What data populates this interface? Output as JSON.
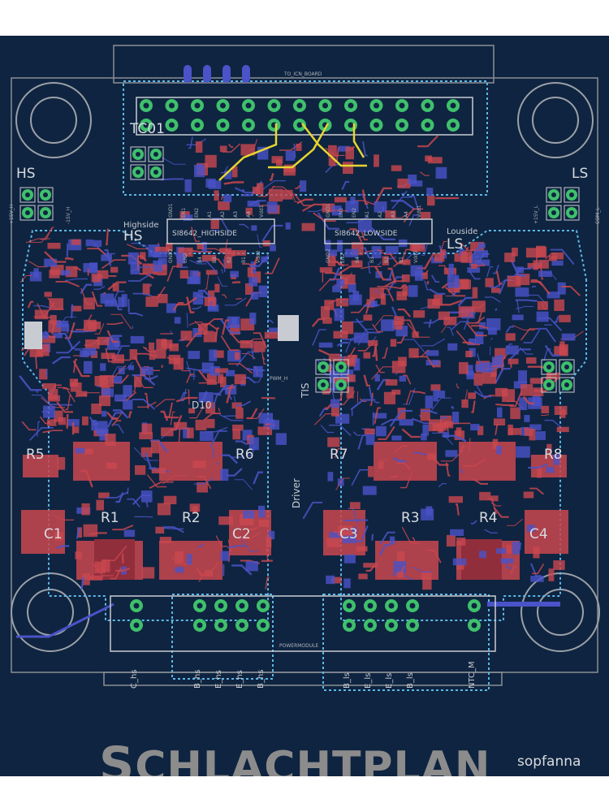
{
  "colors": {
    "background": "#0f2440",
    "copper_top": "#c9474f",
    "copper_bottom": "#4a53c8",
    "silkscreen": "#c8ccd2",
    "pad": "#3fc06c",
    "keepout": "#5ab8e8",
    "highlight": "#e8d530",
    "title": "#8c8c8c"
  },
  "title": {
    "first_letter": "S",
    "rest": "CHLACHTPLAN",
    "author": "sopfanna"
  },
  "labels": {
    "tc01": "TC01",
    "to_icn_board": "TO_ICN_BOARD",
    "hs_corner": "HS",
    "ls_corner": "LS",
    "highside": "Highside",
    "hs": "HS",
    "louside": "Louside",
    "ls": "LS",
    "chip_hs": "SI8642_HIGHSIDE",
    "chip_ls": "SI8642_LOWSIDE",
    "driver": "Driver",
    "tis": "TIS",
    "powermodule": "POWERMODULE",
    "d10": "D10",
    "r5": "R5",
    "r6": "R6",
    "r7": "R7",
    "r8": "R8",
    "r1": "R1",
    "r2": "R2",
    "r3": "R3",
    "r4": "R4",
    "c1": "C1",
    "c2": "C2",
    "c3": "C3",
    "c4": "C4",
    "pwm_h": "PWM_H",
    "c_hs": "C_hs",
    "b_hs": "B_hs",
    "e_hs1": "E_hs",
    "e_hs2": "E_hs",
    "b_hs2": "B_hs",
    "b_ls": "B_ls",
    "e_ls1": "E_ls",
    "e_ls2": "E_ls",
    "b_ls2": "B_ls",
    "ntc_m": "NTC_M",
    "p15v_h": "+15V_H",
    "m15v_h": "-15V_H",
    "p15v_l": "+15V_L",
    "com_l": "COM_L"
  },
  "chip_hs_pins_top": [
    "GND1",
    "EN1",
    "EN2",
    "A1",
    "A2",
    "A3",
    "A4",
    "Vdd1"
  ],
  "chip_hs_pins_bottom": [
    "GND2",
    "EN2",
    "B4",
    "B3",
    "B2",
    "B1",
    "Vdd2"
  ],
  "chip_ls_pins_top": [
    "GND1",
    "EN1",
    "EN2",
    "A1",
    "A2",
    "A3",
    "A4",
    "Vdd1"
  ],
  "chip_ls_pins_bottom": [
    "GND2",
    "EN2",
    "B4",
    "B3",
    "B2",
    "B1",
    "Vdd2"
  ]
}
